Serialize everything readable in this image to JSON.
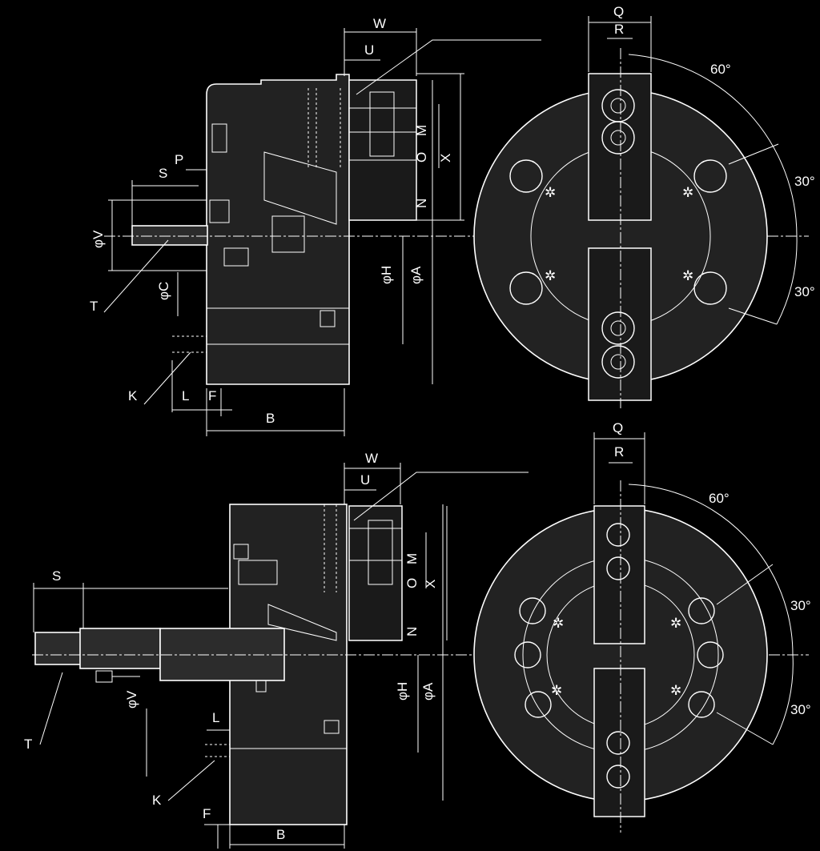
{
  "colors": {
    "background": "#000000",
    "lines": "#ffffff",
    "body_fill": "#222222"
  },
  "top_view": {
    "labels": {
      "W": "W",
      "U": "U",
      "P": "P",
      "S": "S",
      "V": "φV",
      "C": "φC",
      "T": "T",
      "K": "K",
      "L": "L",
      "F": "F",
      "B": "B",
      "H": "φH",
      "A": "φA",
      "M": "M",
      "O": "O",
      "X": "X",
      "N": "N"
    },
    "front": {
      "Q": "Q",
      "R": "R",
      "angle_60": "60°",
      "angle_30a": "30°",
      "angle_30b": "30°"
    }
  },
  "bottom_view": {
    "labels": {
      "W": "W",
      "U": "U",
      "S": "S",
      "T": "T",
      "V": "φV",
      "L": "L",
      "K": "K",
      "F": "F",
      "B": "B",
      "H": "φH",
      "A": "φA",
      "M": "M",
      "O": "O",
      "X": "X",
      "N": "N"
    },
    "front": {
      "Q": "Q",
      "R": "R",
      "angle_60": "60°",
      "angle_30a": "30°",
      "angle_30b": "30°"
    }
  }
}
